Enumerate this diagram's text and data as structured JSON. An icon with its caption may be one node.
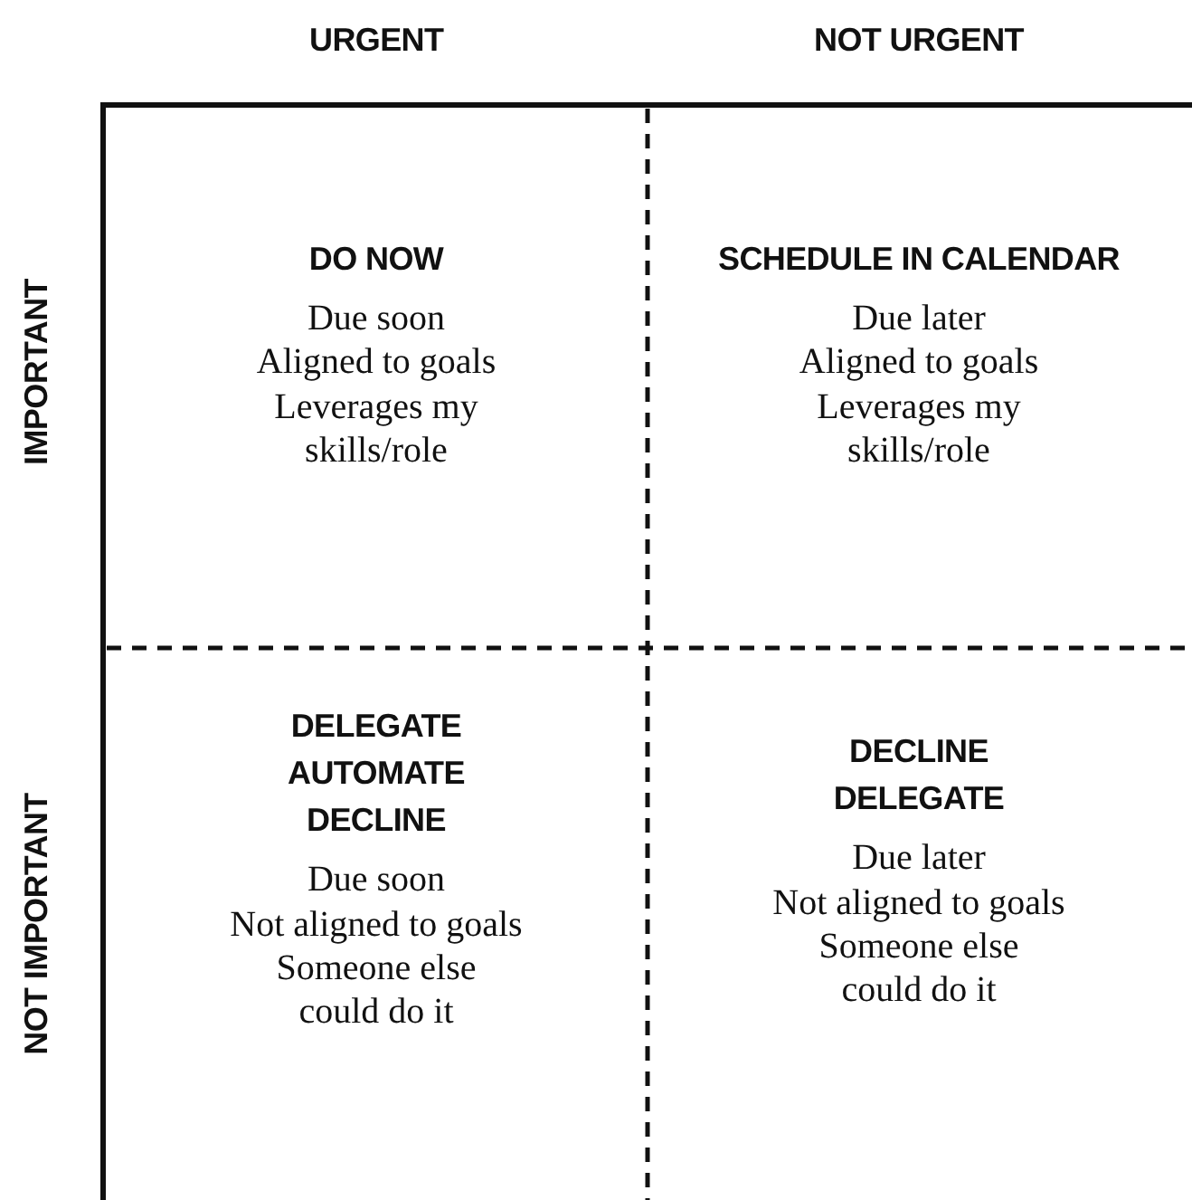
{
  "diagram": {
    "labels": [
      "URGENT",
      "NOT URGENT",
      "IMPORTANT",
      "DO NOW",
      "Due soon",
      "Aligned to goals",
      "Leverages my skills/role",
      "SCHEDULE IN CALENDAR",
      "Due later",
      "Aligned to goals",
      "Leverages my skills/role",
      "NOT IMPORTANT",
      "DELEGATE AUTOMATE DECLINE",
      "Due soon",
      "Not aligned to goals",
      "Someone else could do it",
      "DECLINE DELEGATE",
      "Due later",
      "Not aligned to goals",
      "Someone else could do it"
    ]
  }
}
